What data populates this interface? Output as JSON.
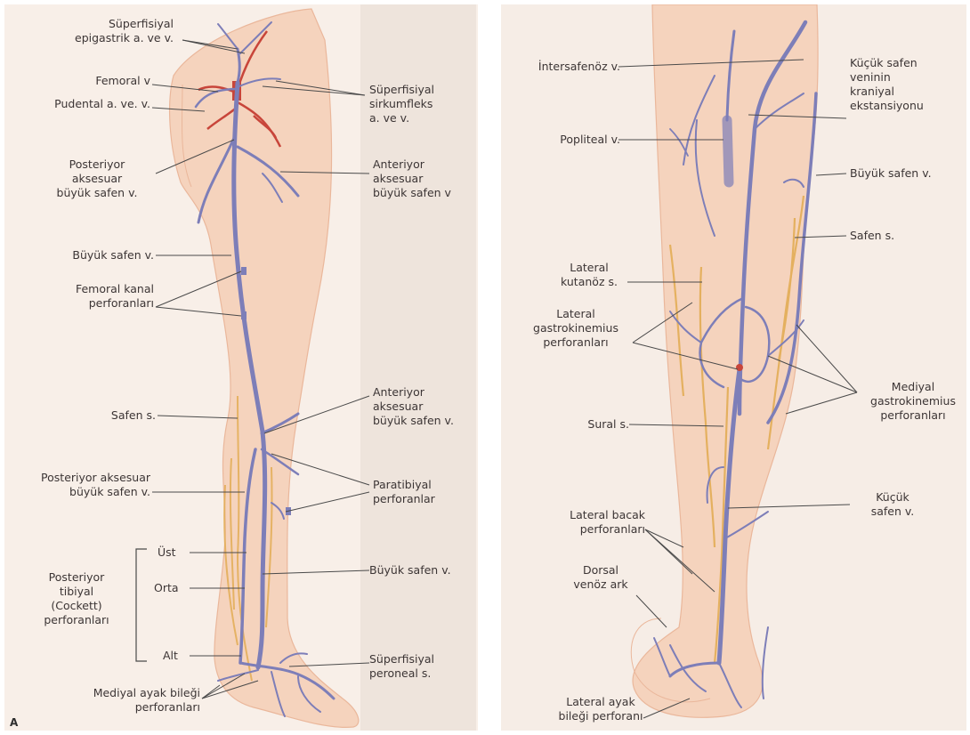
{
  "left_panel": {
    "plate_letter": "A",
    "labels": {
      "superficial_epigastric": "Süperfisiyal\nepigastrik a. ve v.",
      "femoral_v": "Femoral v",
      "pudental": "Pudental a. ve. v.",
      "superficial_circumflex": "Süperfisiyal\nsirkumfleks\na. ve v.",
      "posterior_accessory_upper": "Posteriyor\naksesuar\nbüyük safen v.",
      "anterior_accessory_upper": "Anteriyor\naksesuar\nbüyük safen v",
      "great_saphenous_upper": "Büyük safen v.",
      "femoral_canal_perforators": "Femoral kanal\nperforanları",
      "saphenous_nerve": "Safen s.",
      "anterior_accessory_lower": "Anteriyor\naksesuar\nbüyük safen v.",
      "posterior_accessory_lower": "Posteriyor aksesuar\nbüyük safen v.",
      "paratibial_perforators": "Paratibiyal\nperforanlar",
      "upper": "Üst",
      "middle": "Orta",
      "lower": "Alt",
      "posterior_tibial_cockett": "Posteriyor\ntibiyal\n(Cockett)\nperforanları",
      "great_saphenous_lower": "Büyük safen v.",
      "superficial_peroneal": "Süperfisiyal\nperoneal s.",
      "medial_ankle_perforators": "Mediyal ayak bileği\nperforanları"
    }
  },
  "right_panel": {
    "labels": {
      "intersaphenous": "İntersafenöz v.",
      "small_saphenous_extension": "Küçük safen\nveninin\nkraniyal\nekstansiyonu",
      "popliteal": "Popliteal v.",
      "great_saphenous": "Büyük safen v.",
      "saphenous_nerve": "Safen s.",
      "lateral_cutaneous": "Lateral\nkutanöz s.",
      "lateral_gastrocnemius": "Lateral\ngastrokinemius\nperforanları",
      "medial_gastrocnemius": "Mediyal\ngastrokinemius\nperforanları",
      "sural": "Sural s.",
      "small_saphenous": "Küçük\nsafen v.",
      "lateral_leg_perforators": "Lateral bacak\nperforanları",
      "dorsal_venous_arch": "Dorsal\nvenöz ark",
      "lateral_ankle_perforator": "Lateral ayak\nbileği perforanı"
    }
  },
  "colors": {
    "vein": "#7d7eb8",
    "artery": "#c8453a",
    "nerve": "#e3ad55",
    "skin": "#f7d9c6",
    "leader": "#4a4a4a"
  }
}
